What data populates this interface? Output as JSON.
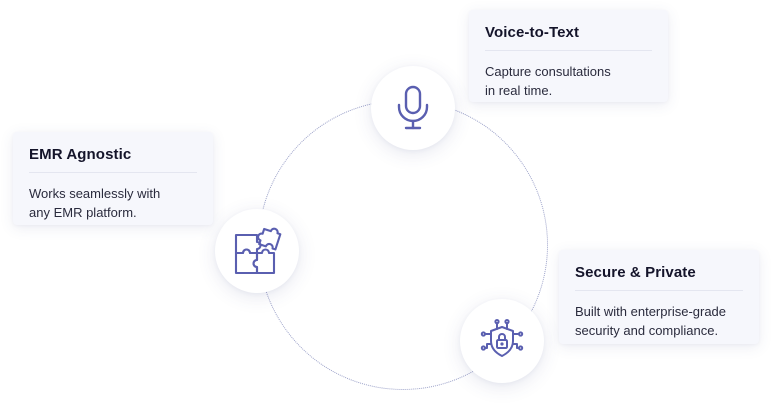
{
  "features": {
    "voice": {
      "title": "Voice-to-Text",
      "description": "Capture consultations\nin real time.",
      "icon": "microphone-icon"
    },
    "emr": {
      "title": "EMR Agnostic",
      "description": "Works seamlessly with\nany EMR platform.",
      "icon": "puzzle-icon"
    },
    "secure": {
      "title": "Secure & Private",
      "description": "Built with enterprise-grade\nsecurity and compliance.",
      "icon": "shield-lock-icon"
    }
  },
  "colors": {
    "icon": "#5a5fb0",
    "ring": "#9aa0c8",
    "card_background": "#f6f7fc",
    "title_text": "#14142a",
    "body_text": "#2a2b3d"
  }
}
